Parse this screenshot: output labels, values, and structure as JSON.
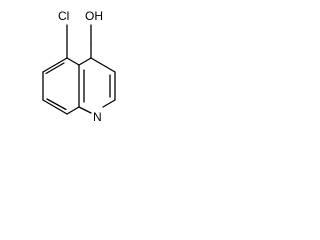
{
  "molecule": {
    "atoms": {
      "chlorine": "Cl",
      "hydroxyl": "OH",
      "nitrogen": "N"
    }
  }
}
